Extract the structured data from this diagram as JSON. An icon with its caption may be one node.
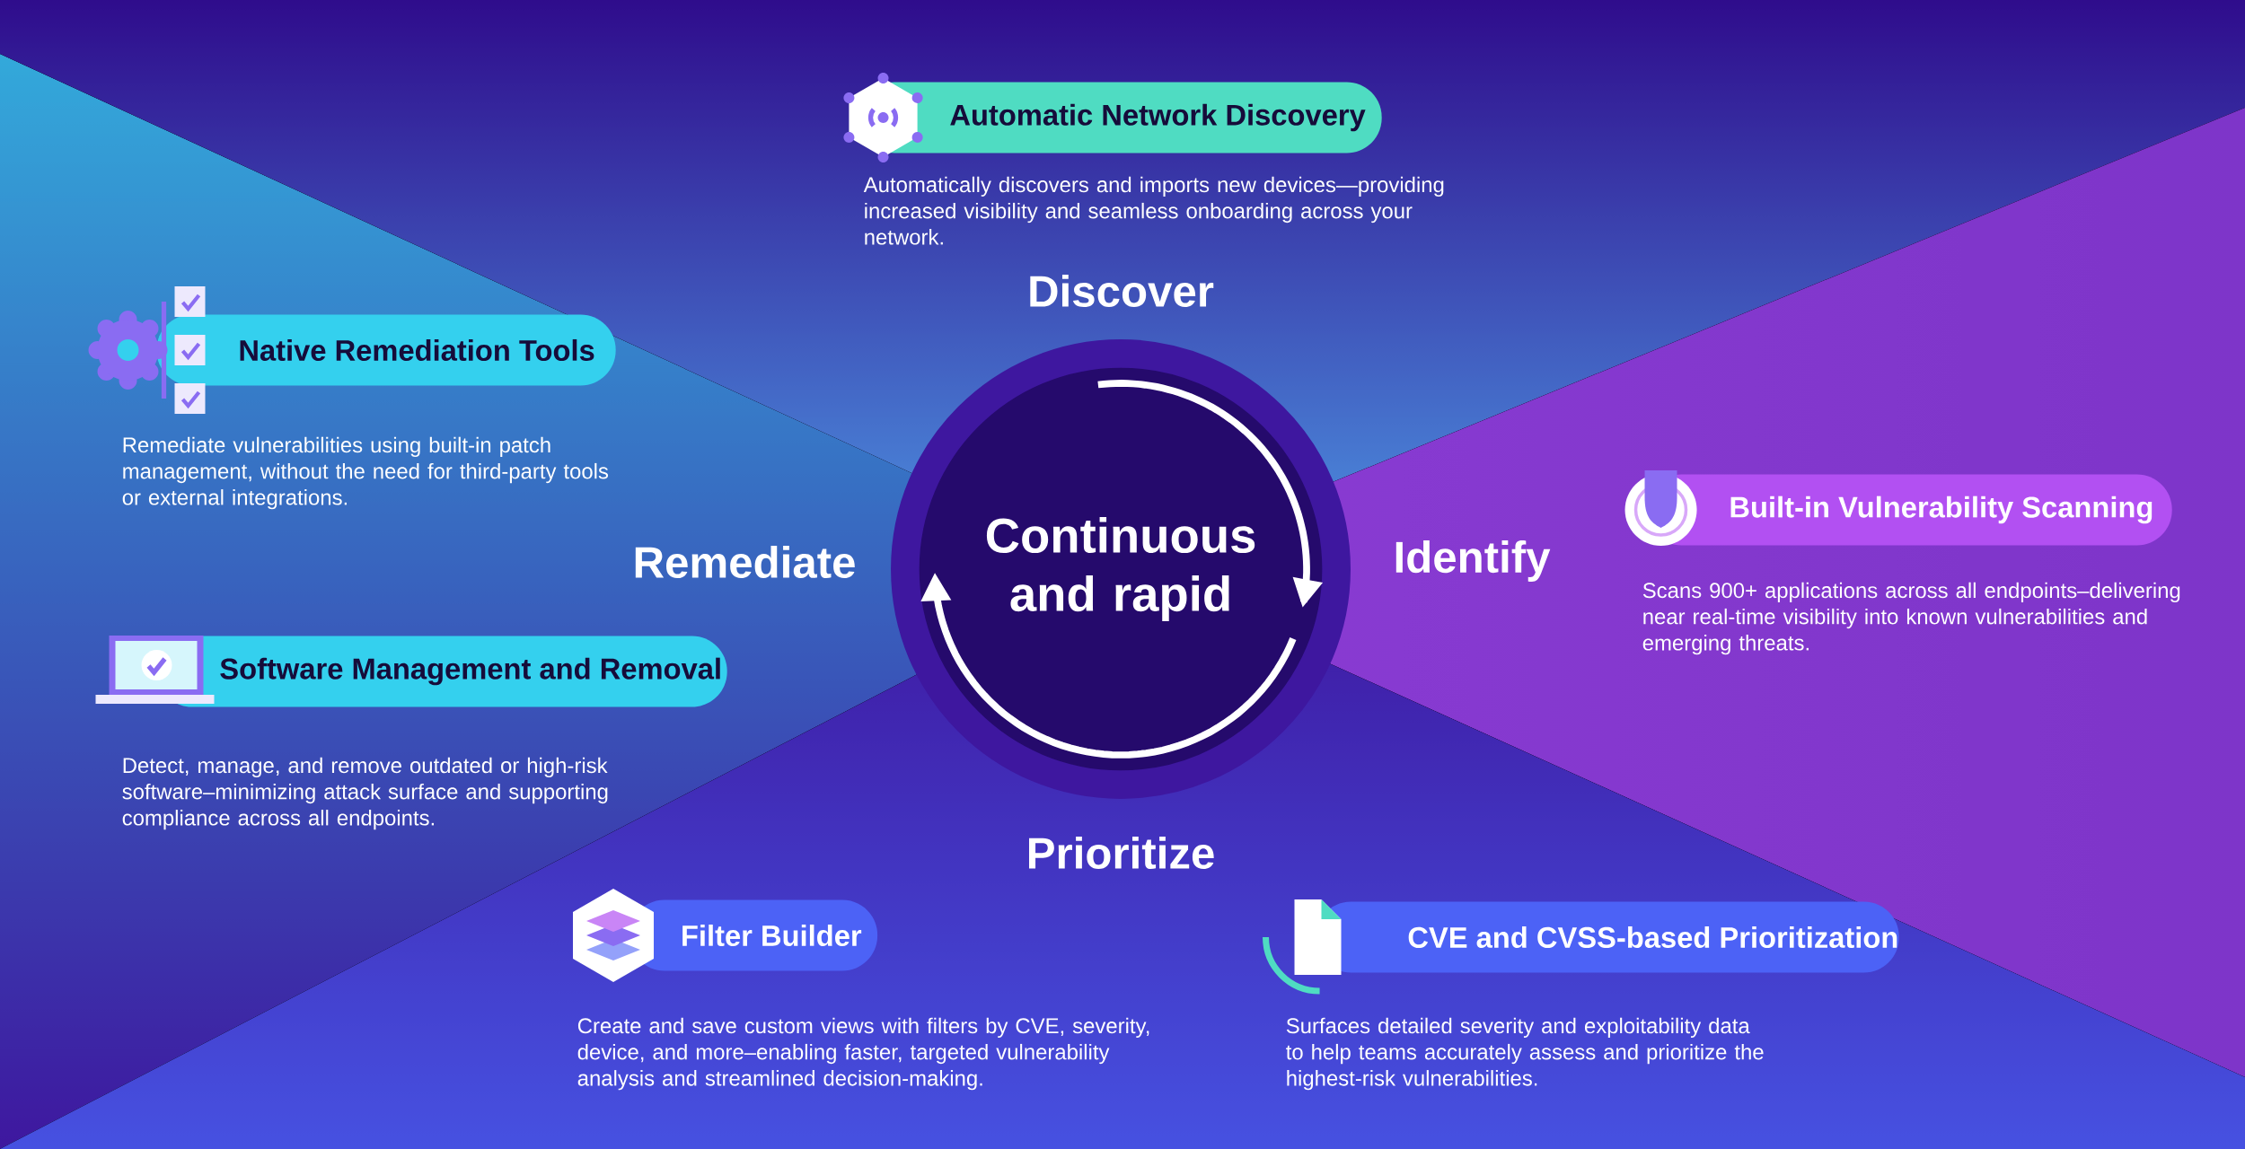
{
  "diagram": {
    "nodes": [
      {
        "text": [
          "Automatic Network Discovery",
          "Automatically discovers and imports new devices—providing increased visibility and seamless onboarding across your network."
        ]
      },
      {
        "text": [
          "Native Remediation Tools",
          "Remediate vulnerabilities using built-in patch management, without the need for third-party tools or external integrations."
        ]
      },
      {
        "text": [
          "Built-in Vulnerability Scanning",
          "Scans 900+ applications across all endpoints–delivering near real-time visibility into known vulnerabilities and emerging threats."
        ]
      },
      {
        "text": [
          "Continuous and rapid"
        ]
      },
      {
        "text": [
          "Software Management and Removal",
          "Detect, manage, and remove outdated or high-risk software–minimizing attack surface and supporting compliance across all endpoints."
        ]
      },
      {
        "text": [
          "Filter Builder",
          "Create and save custom views with filters by CVE, severity, device, and more–enabling faster, targeted vulnerability analysis and streamlined decision-making."
        ]
      },
      {
        "text": [
          "CVE and CVSS-based Prioritization",
          "Surfaces detailed severity and exploitability data to help teams accurately assess and prioritize the highest-risk vulnerabilities."
        ]
      }
    ],
    "labels": [
      "Discover",
      "Remediate",
      "Identify",
      "Prioritize"
    ]
  }
}
